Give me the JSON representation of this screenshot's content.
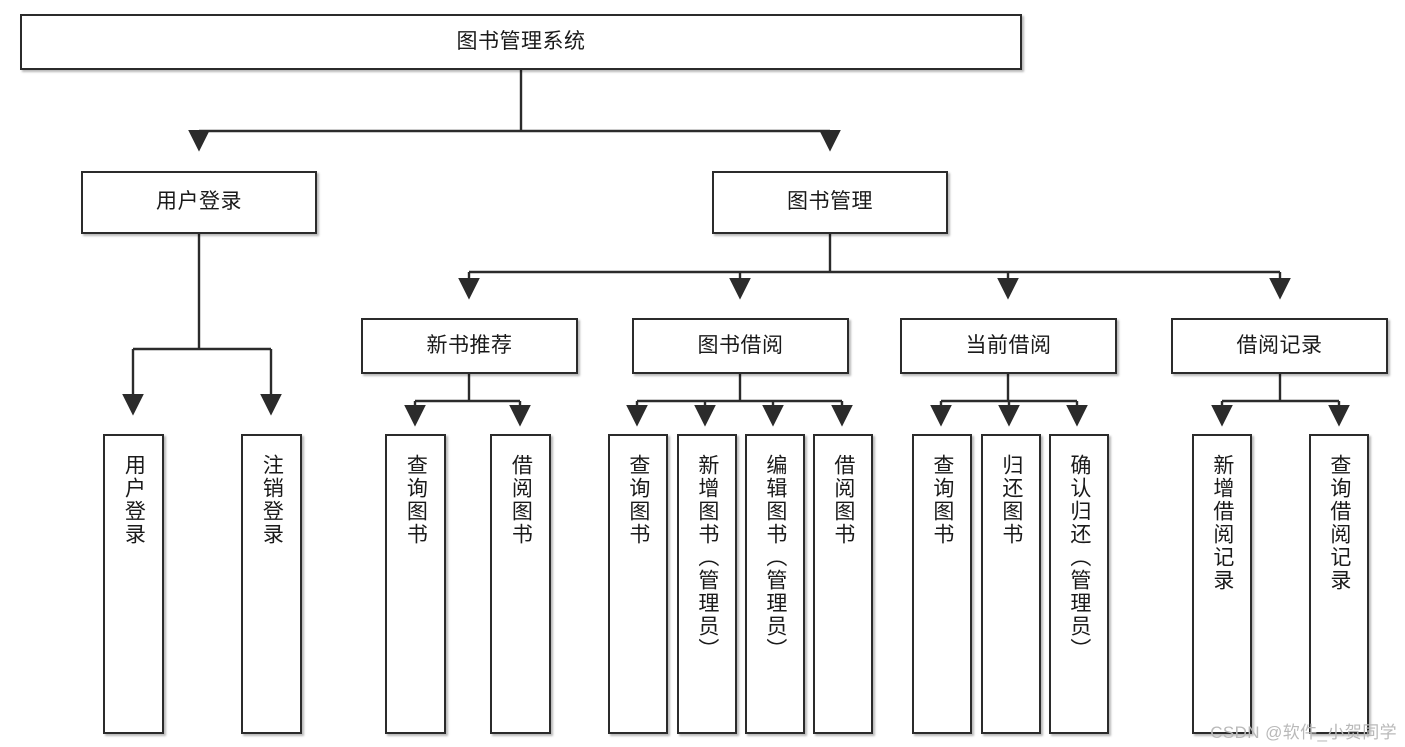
{
  "diagram": {
    "type": "tree-hierarchy",
    "title": "图书管理系统",
    "watermark": "CSDN @软件_小贺同学",
    "colors": {
      "stroke": "#2b2b2b",
      "fill": "#ffffff",
      "text": "#1a1a1a",
      "watermark": "#b9b9b9"
    },
    "root": {
      "label": "图书管理系统"
    },
    "level2": [
      {
        "id": "user-login",
        "label": "用户登录"
      },
      {
        "id": "book-manage",
        "label": "图书管理"
      }
    ],
    "level3": [
      {
        "id": "new-book-recommend",
        "label": "新书推荐"
      },
      {
        "id": "book-borrow",
        "label": "图书借阅"
      },
      {
        "id": "current-borrow",
        "label": "当前借阅"
      },
      {
        "id": "borrow-record",
        "label": "借阅记录"
      }
    ],
    "leaves": {
      "user_login": [
        {
          "id": "leaf-user-login",
          "label": "用户登录"
        },
        {
          "id": "leaf-logout-login",
          "label": "注销登录"
        }
      ],
      "new_book_recommend": [
        {
          "id": "leaf-query-book-1",
          "label": "查询图书"
        },
        {
          "id": "leaf-borrow-book-1",
          "label": "借阅图书"
        }
      ],
      "book_borrow": [
        {
          "id": "leaf-query-book-2",
          "label": "查询图书"
        },
        {
          "id": "leaf-add-book",
          "label": "新增图书（管理员）"
        },
        {
          "id": "leaf-edit-book",
          "label": "编辑图书（管理员）"
        },
        {
          "id": "leaf-borrow-book-2",
          "label": "借阅图书"
        }
      ],
      "current_borrow": [
        {
          "id": "leaf-query-book-3",
          "label": "查询图书"
        },
        {
          "id": "leaf-return-book",
          "label": "归还图书"
        },
        {
          "id": "leaf-confirm-return",
          "label": "确认归还（管理员）"
        }
      ],
      "borrow_record": [
        {
          "id": "leaf-add-borrow-record",
          "label": "新增借阅记录"
        },
        {
          "id": "leaf-query-borrow-record",
          "label": "查询借阅记录"
        }
      ]
    }
  }
}
